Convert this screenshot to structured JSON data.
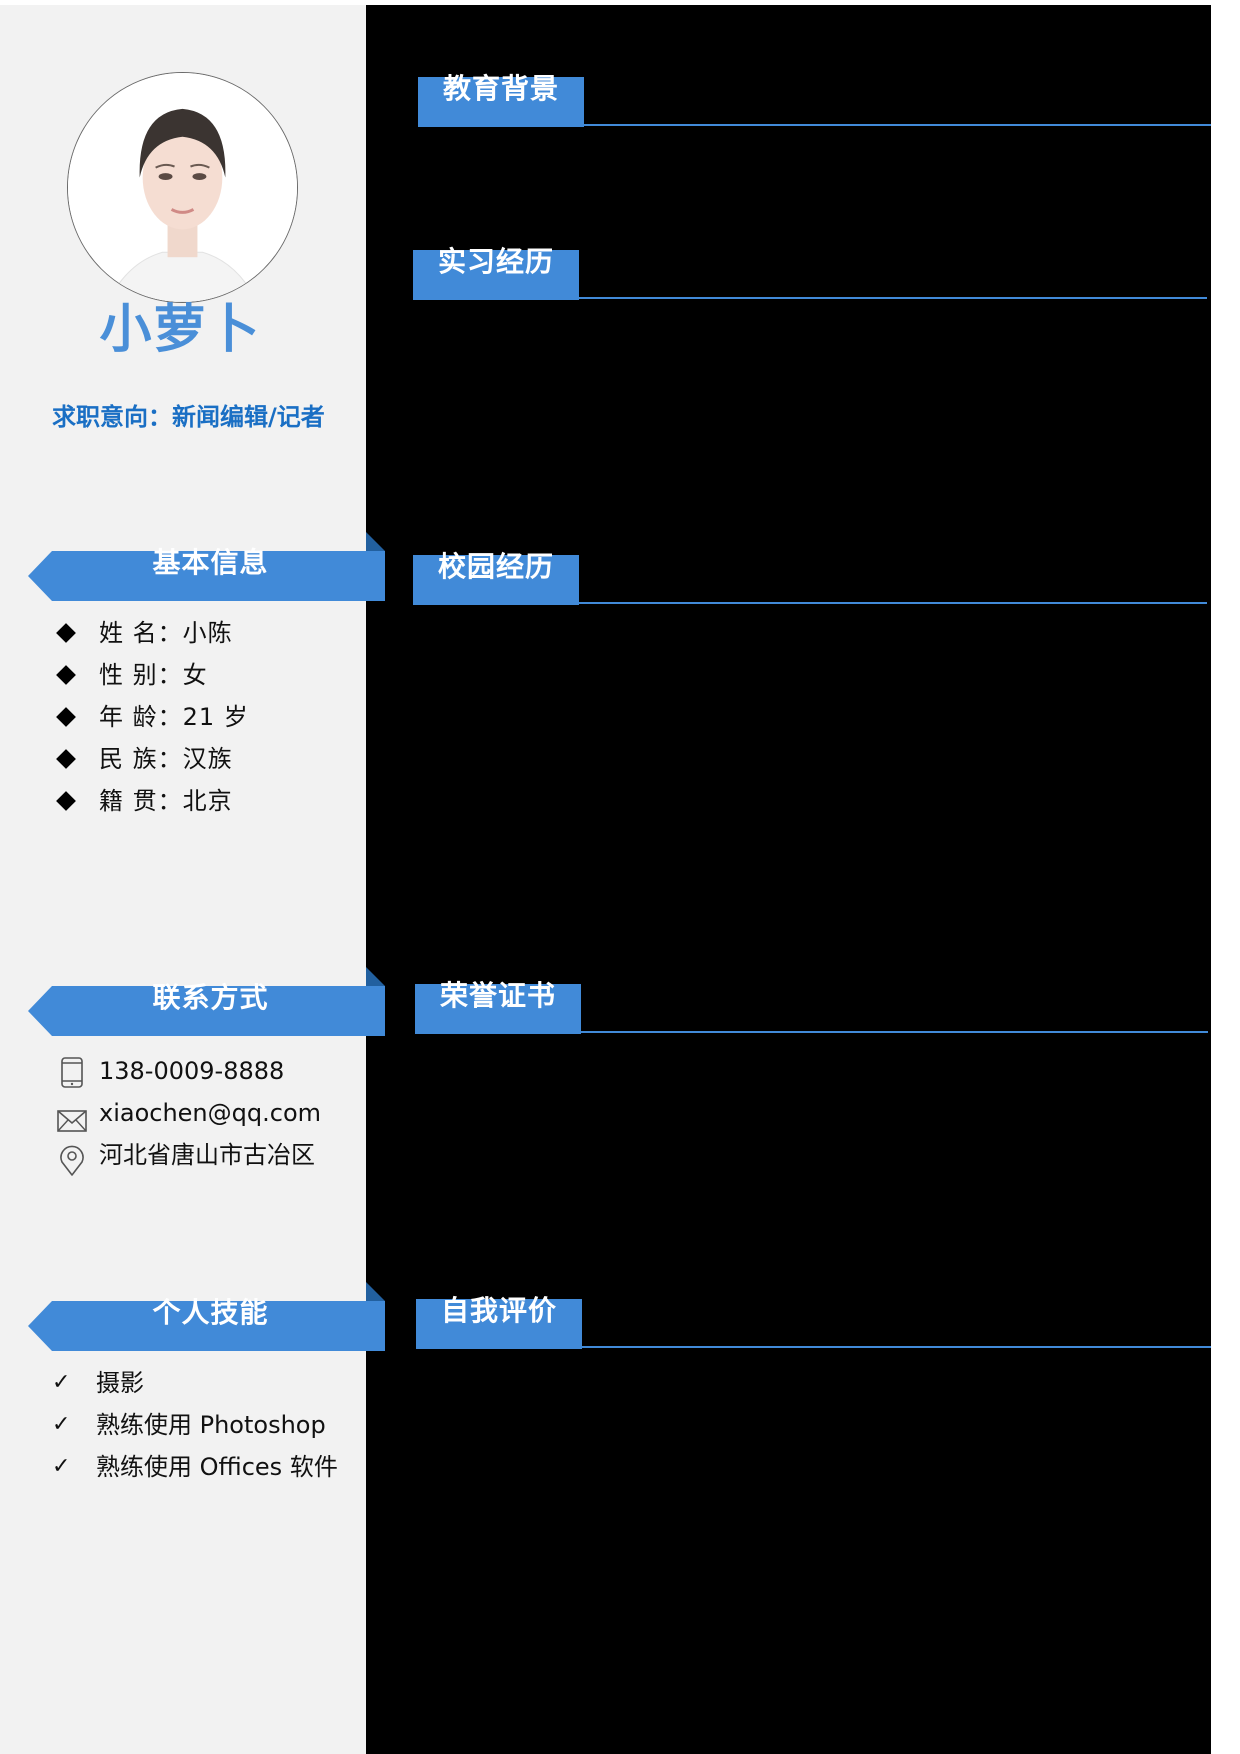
{
  "profile": {
    "name": "小萝卜",
    "job_intention": "求职意向：新闻编辑/记者",
    "photo_icon": "portrait-photo"
  },
  "sidebar": {
    "basic_info": {
      "title": "基本信息",
      "items": [
        {
          "icon": "diamond-bullet-icon",
          "text": "姓 名：小陈"
        },
        {
          "icon": "diamond-bullet-icon",
          "text": "性 别：女"
        },
        {
          "icon": "diamond-bullet-icon",
          "text": "年 龄：21 岁"
        },
        {
          "icon": "diamond-bullet-icon",
          "text": "民 族：汉族"
        },
        {
          "icon": "diamond-bullet-icon",
          "text": "籍 贯：北京"
        }
      ]
    },
    "contact": {
      "title": "联系方式",
      "items": [
        {
          "icon": "phone-icon",
          "text": "138-0009-8888"
        },
        {
          "icon": "mail-icon",
          "text": "xiaochen@qq.com"
        },
        {
          "icon": "location-pin-icon",
          "text": "河北省唐山市古冶区"
        }
      ]
    },
    "skills": {
      "title": "个人技能",
      "check_glyph": "✓",
      "items": [
        {
          "icon": "check-icon",
          "text": "摄影"
        },
        {
          "icon": "check-icon",
          "text": "熟练使用 Photoshop"
        },
        {
          "icon": "check-icon",
          "text": "熟练使用 Offices 软件"
        }
      ]
    }
  },
  "main": {
    "sections": [
      {
        "title": "教育背景"
      },
      {
        "title": "实习经历"
      },
      {
        "title": "校园经历"
      },
      {
        "title": "荣誉证书"
      },
      {
        "title": "自我评价"
      }
    ]
  },
  "colors": {
    "accent": "#418ad8",
    "accent_dark": "#22609f",
    "name": "#4a8fd8",
    "job": "#1a6fc4",
    "sidebar_bg": "#f2f2f2",
    "main_bg": "#000000"
  }
}
